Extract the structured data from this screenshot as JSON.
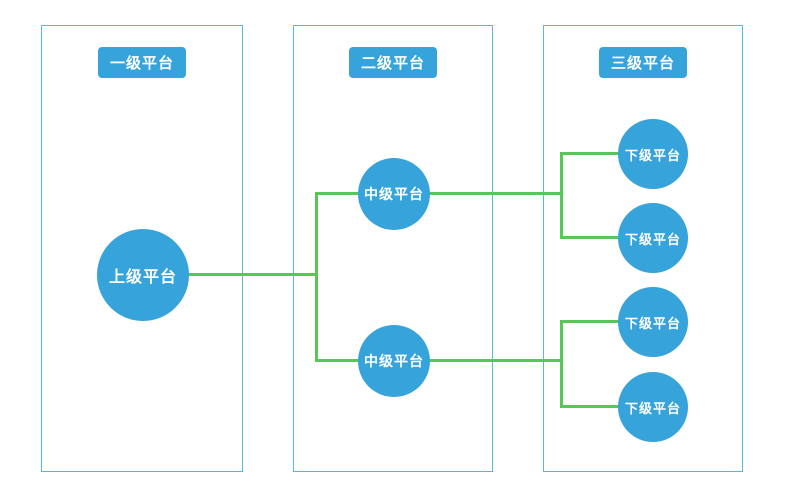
{
  "diagram": {
    "columns": [
      {
        "id": "level-1",
        "header": "一级平台"
      },
      {
        "id": "level-2",
        "header": "二级平台"
      },
      {
        "id": "level-3",
        "header": "三级平台"
      }
    ],
    "nodes": {
      "root": {
        "label": "上级平台",
        "level": 1
      },
      "mid1": {
        "label": "中级平台",
        "level": 2
      },
      "mid2": {
        "label": "中级平台",
        "level": 2
      },
      "leaf1": {
        "label": "下级平台",
        "level": 3
      },
      "leaf2": {
        "label": "下级平台",
        "level": 3
      },
      "leaf3": {
        "label": "下级平台",
        "level": 3
      },
      "leaf4": {
        "label": "下级平台",
        "level": 3
      }
    },
    "edges": [
      [
        "root",
        "mid1"
      ],
      [
        "root",
        "mid2"
      ],
      [
        "mid1",
        "leaf1"
      ],
      [
        "mid1",
        "leaf2"
      ],
      [
        "mid2",
        "leaf3"
      ],
      [
        "mid2",
        "leaf4"
      ]
    ]
  },
  "colors": {
    "node_fill": "#36a3db",
    "node_text": "#ffffff",
    "column_border": "#58b7e2",
    "connector": "#57c757",
    "background": "#ffffff"
  }
}
